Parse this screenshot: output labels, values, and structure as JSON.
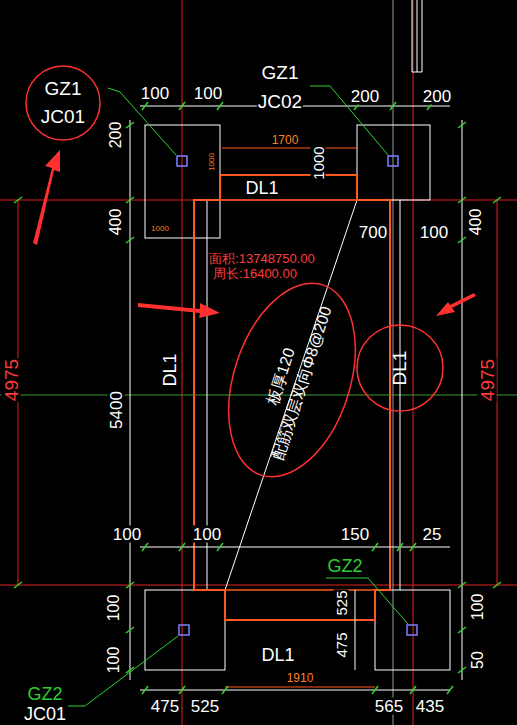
{
  "diagram": {
    "nodes": [
      {
        "text": [
          "GZ1",
          "JC01"
        ]
      },
      {
        "text": [
          "板厚120",
          "配筋双层双向Φ8@200"
        ]
      },
      {
        "text": [
          "DL1"
        ]
      }
    ],
    "labels": [
      "GZ1",
      "JC02",
      "100",
      "100",
      "200",
      "200",
      "200",
      "1700",
      "1000",
      "1000",
      "DL1",
      "1000",
      "400",
      "700",
      "100",
      "400",
      "面积:13748750.00",
      "周长:16400.00",
      "DL1",
      "5400",
      "4975",
      "4975",
      "100",
      "100",
      "150",
      "25",
      "GZ2",
      "100",
      "525",
      "475",
      "100",
      "DL1",
      "100",
      "50",
      "1910",
      "GZ2",
      "JC01",
      "475",
      "525",
      "565",
      "435"
    ]
  }
}
